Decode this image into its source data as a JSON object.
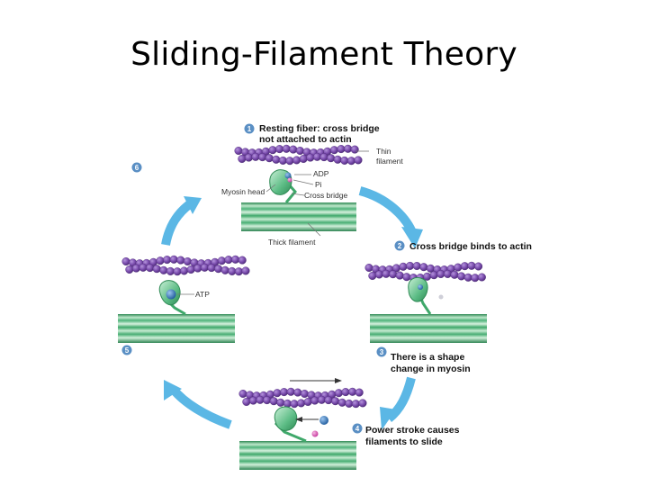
{
  "title": "Sliding-Filament Theory",
  "steps": {
    "s1": {
      "number": "1",
      "text_line1": "Resting fiber: cross bridge",
      "text_line2": "not attached to actin"
    },
    "s2": {
      "number": "2",
      "text": "Cross bridge binds to actin"
    },
    "s3": {
      "number": "3",
      "text_line1": "There is a shape",
      "text_line2": "change in myosin"
    },
    "s4": {
      "number": "4",
      "text_line1": "Power stroke causes",
      "text_line2": "filaments to slide"
    },
    "s5": {
      "number": "5"
    },
    "s6": {
      "number": "6"
    }
  },
  "labels": {
    "thin_filament_line1": "Thin",
    "thin_filament_line2": "filament",
    "adp": "ADP",
    "pi": "Pi",
    "myosin_head": "Myosin head",
    "cross_bridge": "Cross bridge",
    "thick_filament": "Thick filament",
    "atp": "ATP"
  },
  "colors": {
    "actin_bead": "#7d4fb0",
    "actin_bead_highlight": "#a27fd0",
    "myosin_green": "#3fa86a",
    "myosin_light": "#9fdcb2",
    "arrow_blue": "#5bb7e5",
    "badge_blue": "#5a8fc4",
    "adp_blue": "#2f6fb3",
    "pi_pink": "#d84fae"
  }
}
